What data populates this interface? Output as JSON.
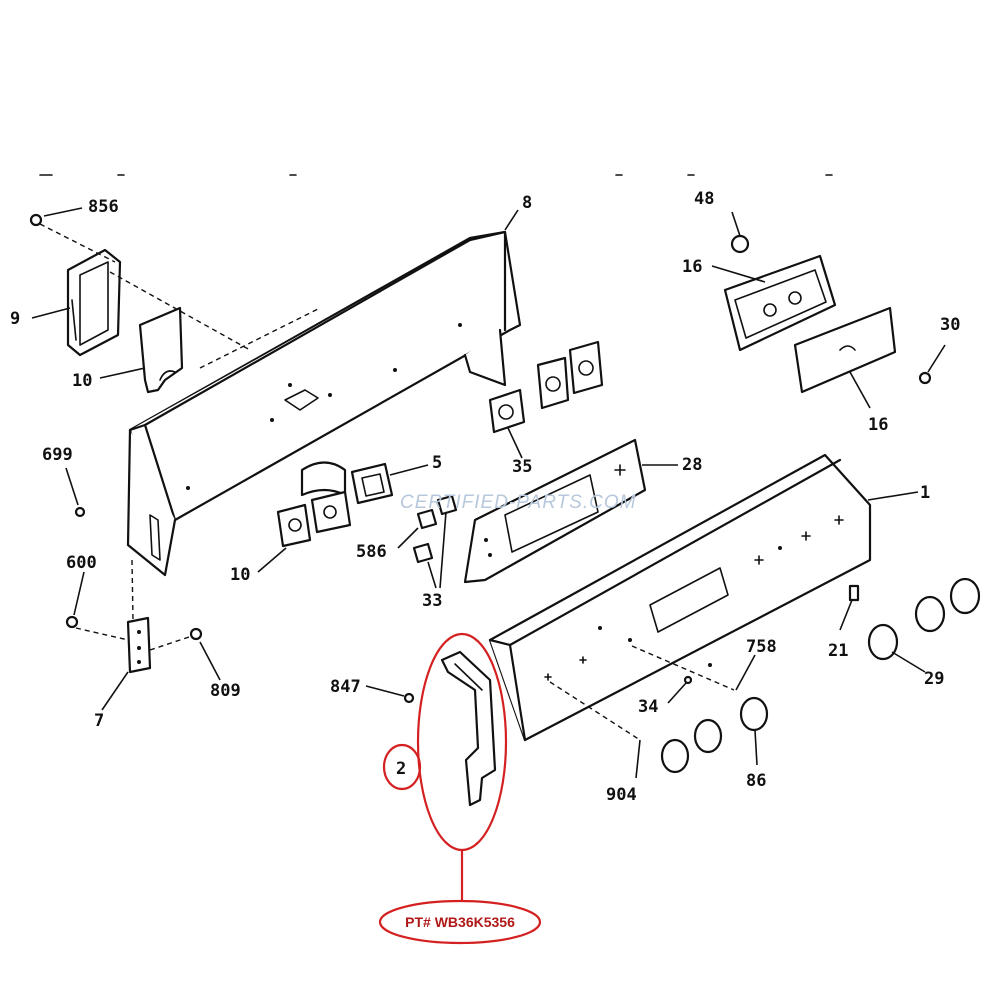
{
  "callouts": {
    "c856": "856",
    "c9": "9",
    "c10a": "10",
    "c8": "8",
    "c48": "48",
    "c16a": "16",
    "c30": "30",
    "c16b": "16",
    "c699": "699",
    "c5": "5",
    "c35": "35",
    "c28": "28",
    "c1": "1",
    "c10b": "10",
    "c586": "586",
    "c33": "33",
    "c600": "600",
    "c809": "809",
    "c7": "7",
    "c847": "847",
    "c21": "21",
    "c29": "29",
    "c758": "758",
    "c34": "34",
    "c904": "904",
    "c86": "86"
  },
  "highlight": {
    "number": "2",
    "part_number": "PT# WB36K5356",
    "color": "#d42020"
  },
  "watermark": "CERTIFIED-PARTS.COM"
}
